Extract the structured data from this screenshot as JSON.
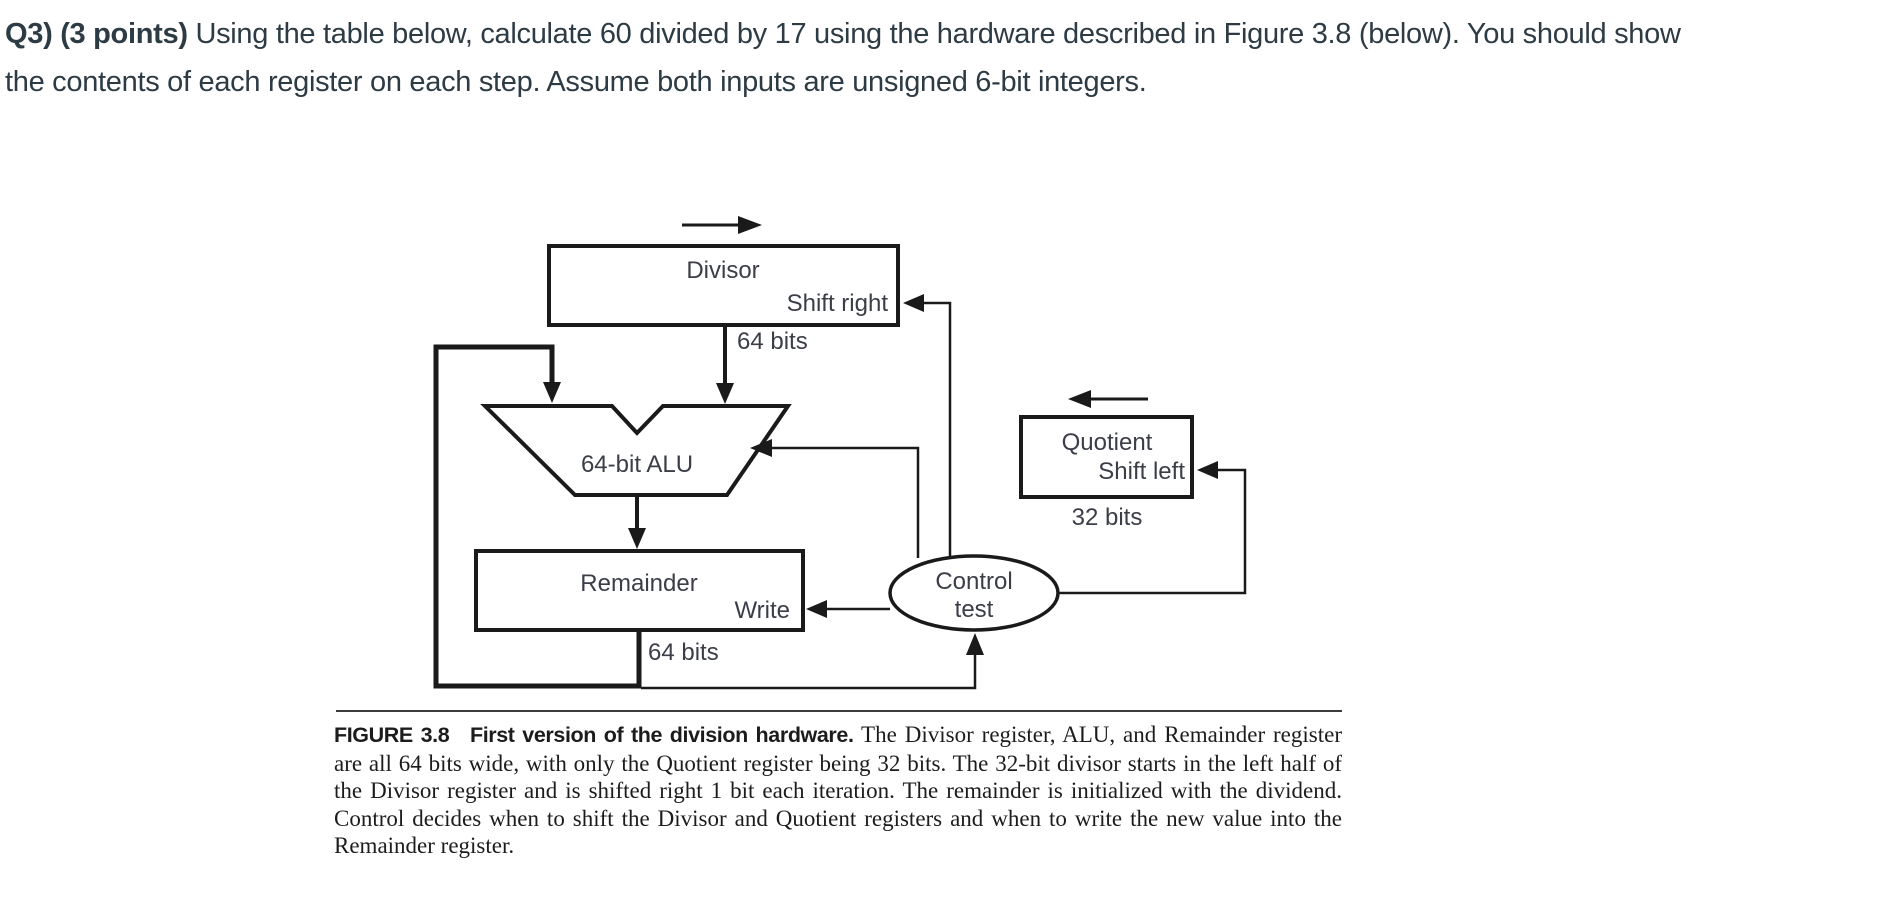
{
  "question": {
    "line1_bold": "Q3) (3 points)",
    "line1_rest": " Using the table below, calculate 60 divided by 17 using the hardware described in Figure 3.8 (below). You should show",
    "line2": "the contents of each register on each step. Assume both inputs are unsigned 6-bit integers."
  },
  "diagram": {
    "divisor_label": "Divisor",
    "divisor_shift_label": "Shift right",
    "divisor_width_label": "64 bits",
    "alu_label": "64-bit ALU",
    "remainder_label": "Remainder",
    "remainder_write_label": "Write",
    "remainder_width_label": "64 bits",
    "quotient_label": "Quotient",
    "quotient_shift_label": "Shift left",
    "quotient_width_label": "32 bits",
    "control_label_line1": "Control",
    "control_label_line2": "test",
    "colors": {
      "line": "#1a1a1a",
      "label_text": "#3b3e47",
      "question_text": "#2d3b45"
    }
  },
  "caption": {
    "lead": "FIGURE 3.8  First version of the division hardware.",
    "body": "The Divisor register, ALU, and Remainder register are all 64 bits wide, with only the Quotient register being 32 bits. The 32-bit divisor starts in the left half of the Divisor register and is shifted right 1 bit each iteration. The remainder is initialized with the dividend. Control decides when to shift the Divisor and Quotient registers and when to write the new value into the Remainder register."
  }
}
